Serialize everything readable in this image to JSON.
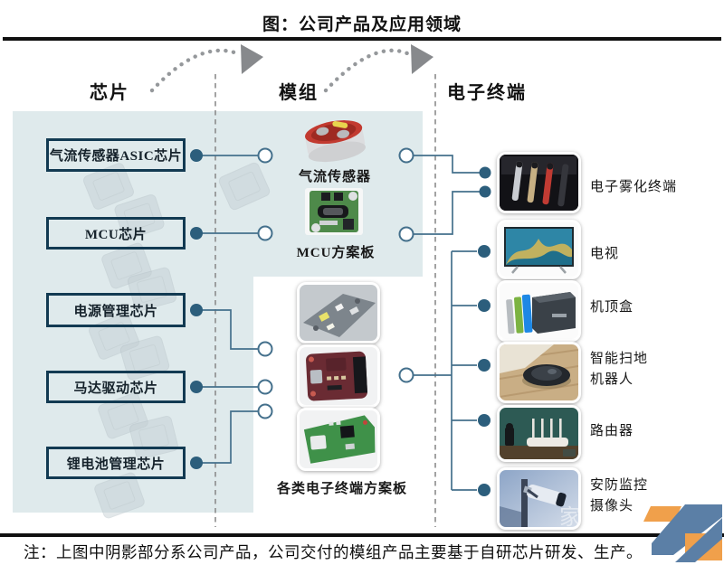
{
  "title": "图：公司产品及应用领域",
  "columns": {
    "chips": "芯片",
    "modules": "模组",
    "terminals": "电子终端"
  },
  "chips": {
    "items": [
      {
        "label": "气流传感器ASIC芯片"
      },
      {
        "label": "MCU芯片"
      },
      {
        "label": "电源管理芯片"
      },
      {
        "label": "马达驱动芯片"
      },
      {
        "label": "锂电池管理芯片"
      }
    ]
  },
  "modules": {
    "items": [
      {
        "label": "气流传感器"
      },
      {
        "label": "MCU方案板"
      },
      {
        "label": "各类电子终端方案板"
      }
    ]
  },
  "terminals": {
    "items": [
      {
        "label": "电子雾化终端"
      },
      {
        "label": "电视"
      },
      {
        "label": "机顶盒"
      },
      {
        "label": "智能扫地机器人"
      },
      {
        "label": "路由器"
      },
      {
        "label": "安防监控摄像头"
      }
    ]
  },
  "note": "注：上图中阴影部分系公司产品，公司交付的模组产品主要基于自研芯片研发、生产。",
  "watermark": "家",
  "colors": {
    "shade": "#dfeaec",
    "box_border": "#123a52",
    "connector": "#44708c",
    "dot_fill": "#2c5e7c",
    "logo_orange": "#f0a04b",
    "logo_blue": "#5b7fa6"
  }
}
